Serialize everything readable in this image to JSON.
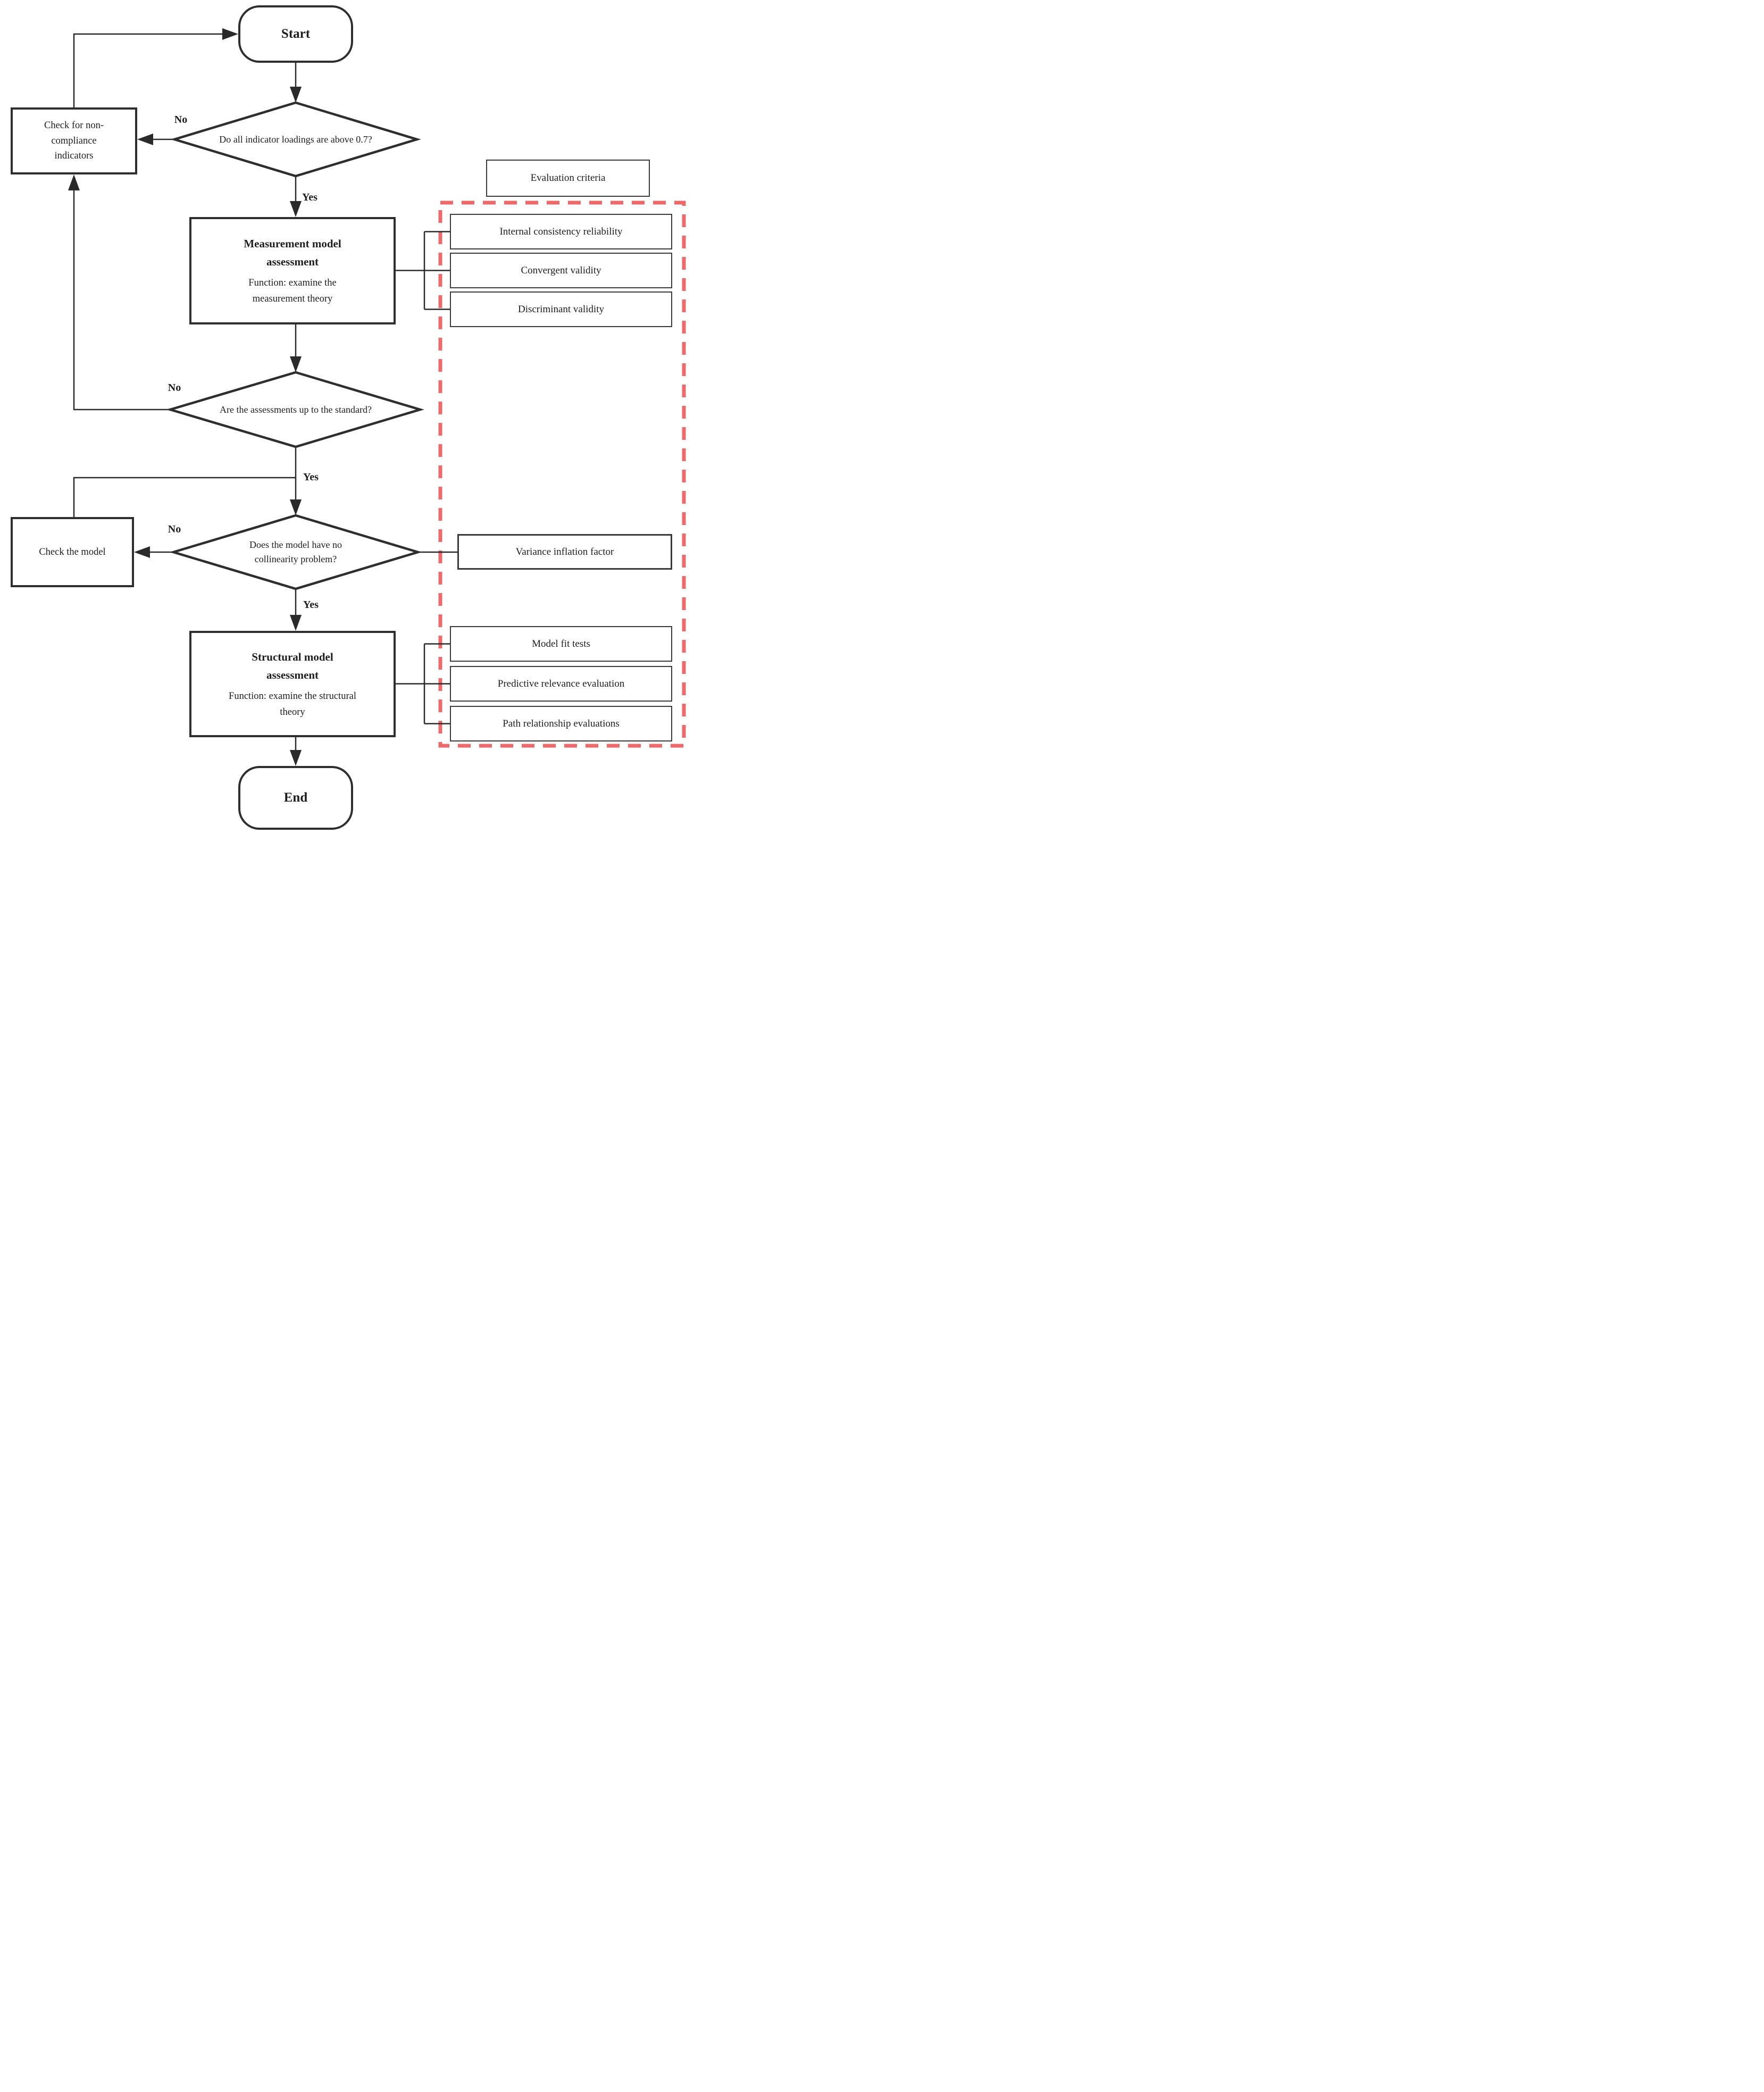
{
  "labels": {
    "yes": "Yes",
    "no": "No"
  },
  "nodes": {
    "start": "Start",
    "end": "End",
    "check_indicators": "Check for non-compliance indicators",
    "check_model": "Check the model",
    "d1": "Do all indicator loadings are above 0.7?",
    "d2": "Are the assessments up to the standard?",
    "d3": "Does the model have no collinearity problem?",
    "measurement": {
      "title": "Measurement model assessment",
      "subtitle": "Function: examine the measurement theory"
    },
    "structural": {
      "title": "Structural model assessment",
      "subtitle": "Function: examine the structural theory"
    }
  },
  "criteria_panel": {
    "header": "Evaluation criteria",
    "measurement_criteria": [
      "Internal consistency reliability",
      "Convergent validity",
      "Discriminant validity"
    ],
    "collinearity_criterion": "Variance inflation factor",
    "structural_criteria": [
      "Model fit tests",
      "Predictive relevance evaluation",
      "Path relationship evaluations"
    ]
  },
  "colors": {
    "line": "#2a2a2a",
    "shape_border": "#2e2e2e",
    "dashed_border": "#ed6a6a",
    "text": "#1d1d1d",
    "background": "#ffffff"
  }
}
